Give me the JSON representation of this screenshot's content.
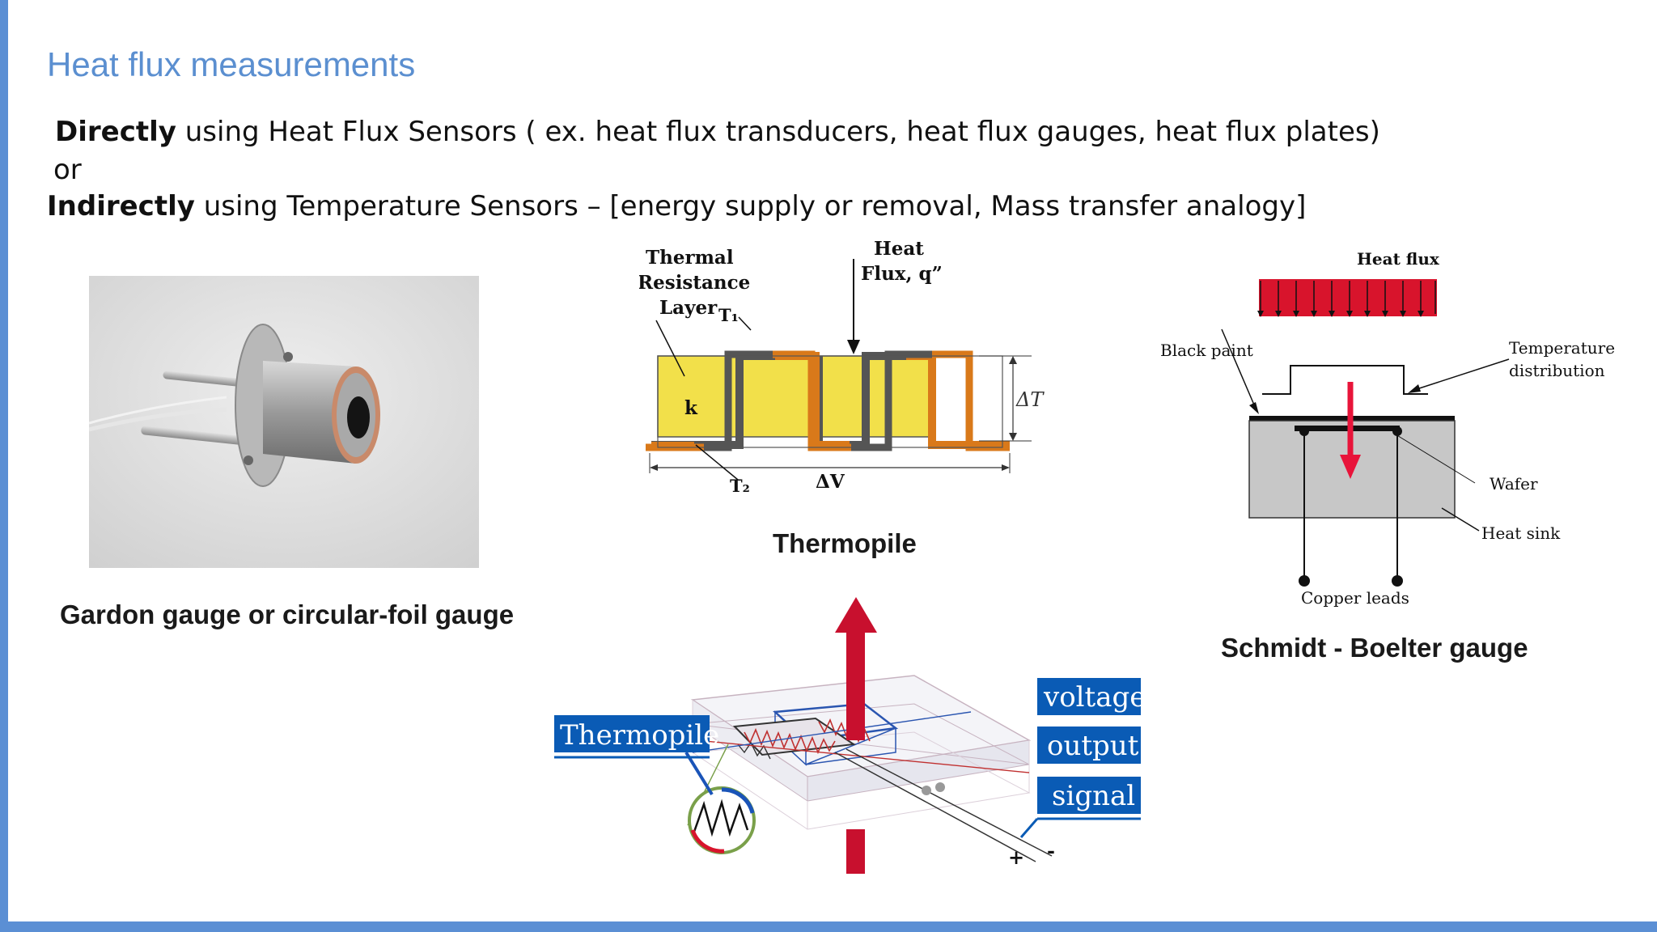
{
  "slide": {
    "title": "Heat flux measurements",
    "direct_lead": "Directly",
    "direct_rest": " using Heat Flux Sensors ( ex. heat flux transducers, heat flux gauges, heat flux plates)",
    "or_text": "or",
    "indirect_lead": "Indirectly",
    "indirect_rest": " using Temperature Sensors – [energy supply or removal, Mass transfer analogy]"
  },
  "gardon": {
    "caption": "Gardon gauge or circular-foil gauge"
  },
  "thermopile": {
    "caption": "Thermopile",
    "label_thermal_1": "Thermal",
    "label_thermal_2": "Resistance",
    "label_thermal_3": "Layer",
    "label_heat_1": "Heat",
    "label_heat_2": "Flux, q”",
    "label_t1": "T₁",
    "label_t2": "T₂",
    "label_k": "k",
    "label_dt": "ΔT",
    "label_dv": "ΔV"
  },
  "schmidt": {
    "caption": "Schmidt - Boelter gauge",
    "label_heat_flux": "Heat flux",
    "label_black_paint": "Black paint",
    "label_temp_1": "Temperature",
    "label_temp_2": "distribution",
    "label_wafer": "Wafer",
    "label_heat_sink": "Heat sink",
    "label_copper": "Copper leads"
  },
  "sensor3d": {
    "tag_thermopile": "Thermopile",
    "tag_voltage": "voltage",
    "tag_output": "output",
    "tag_signal": "signal",
    "plus": "+",
    "minus": "-"
  },
  "colors": {
    "accent_blue": "#5b8fd4",
    "title_blue": "#5b8fd0",
    "label_blue": "#0a5bb5",
    "flux_red": "#d8142c",
    "layer_yellow": "#f2e04a",
    "copper_orange": "#d9791a"
  }
}
